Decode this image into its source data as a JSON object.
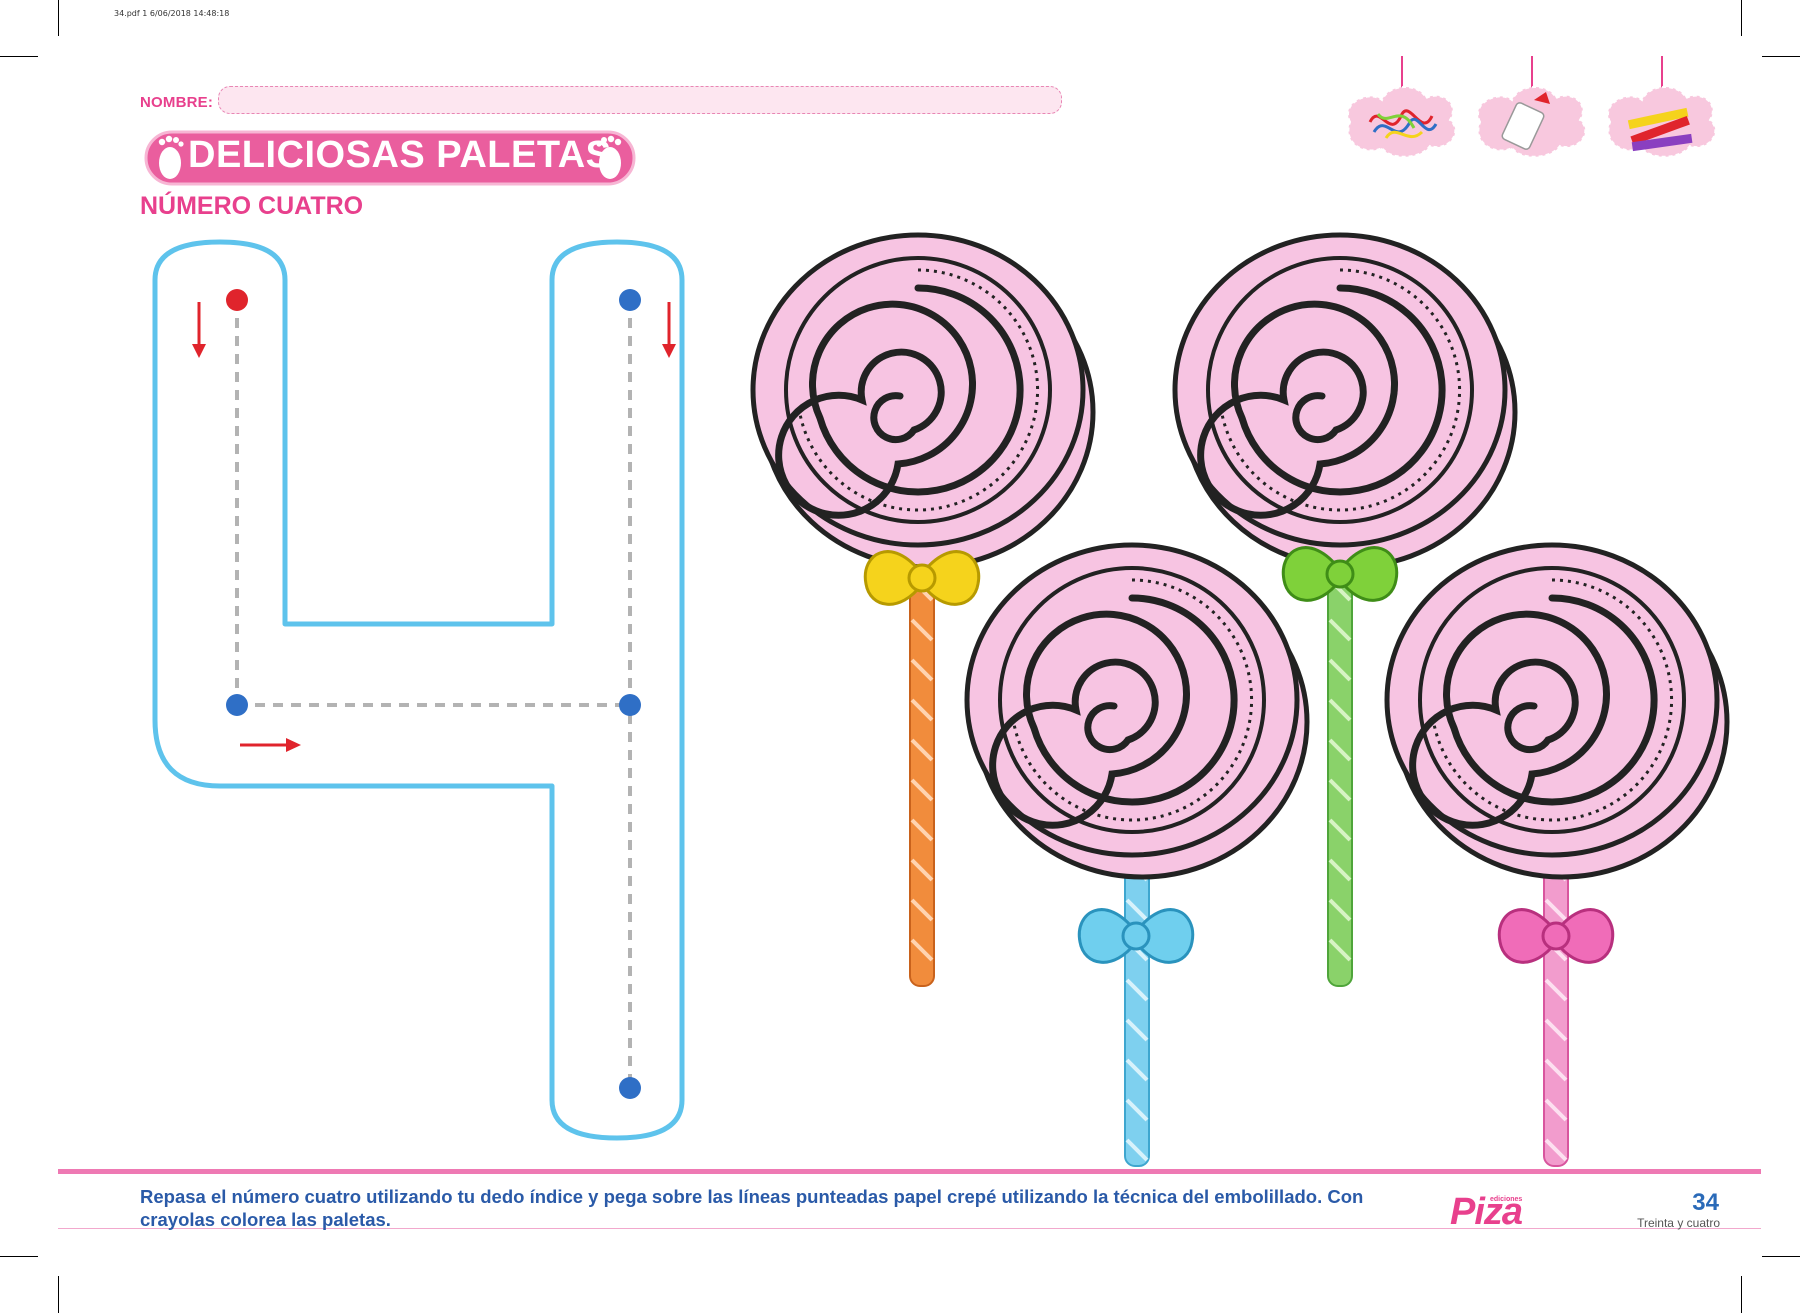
{
  "print_info": "34.pdf   1   6/06/2018   14:48:18",
  "header": {
    "nombre_label": "NOMBRE:",
    "title": "DELICIOSAS PALETAS",
    "subtitle": "NÚMERO CUATRO"
  },
  "activity_icons": [
    {
      "name": "crepe-paper-icon"
    },
    {
      "name": "glue-bottle-icon"
    },
    {
      "name": "crayons-icon"
    }
  ],
  "tracing": {
    "digit": "4",
    "outline_color": "#5ec3ec",
    "guide_color": "#b3b3b3",
    "start_dot_color": "#e0242c",
    "dot_color": "#2f6fc6",
    "arrow_color": "#e0242c"
  },
  "lollipops": [
    {
      "bow_color": "#f5d31c",
      "stick_color": "#f18c3c"
    },
    {
      "bow_color": "#7fd13a",
      "stick_color": "#8ad26a"
    },
    {
      "bow_color": "#6fcfee",
      "stick_color": "#7ed0ef"
    },
    {
      "bow_color": "#f06cb8",
      "stick_color": "#f29ccd"
    }
  ],
  "candy_color": "#f7c4e2",
  "footer": {
    "instructions": "Repasa el número cuatro utilizando tu dedo índice y pega sobre las líneas punteadas papel crepé utilizando la técnica del embolillado. Con crayolas colorea las paletas.",
    "publisher_small": "ediciones",
    "publisher": "Piza",
    "page_number": "34",
    "page_words": "Treinta y cuatro"
  },
  "accent_color": "#e8408d"
}
